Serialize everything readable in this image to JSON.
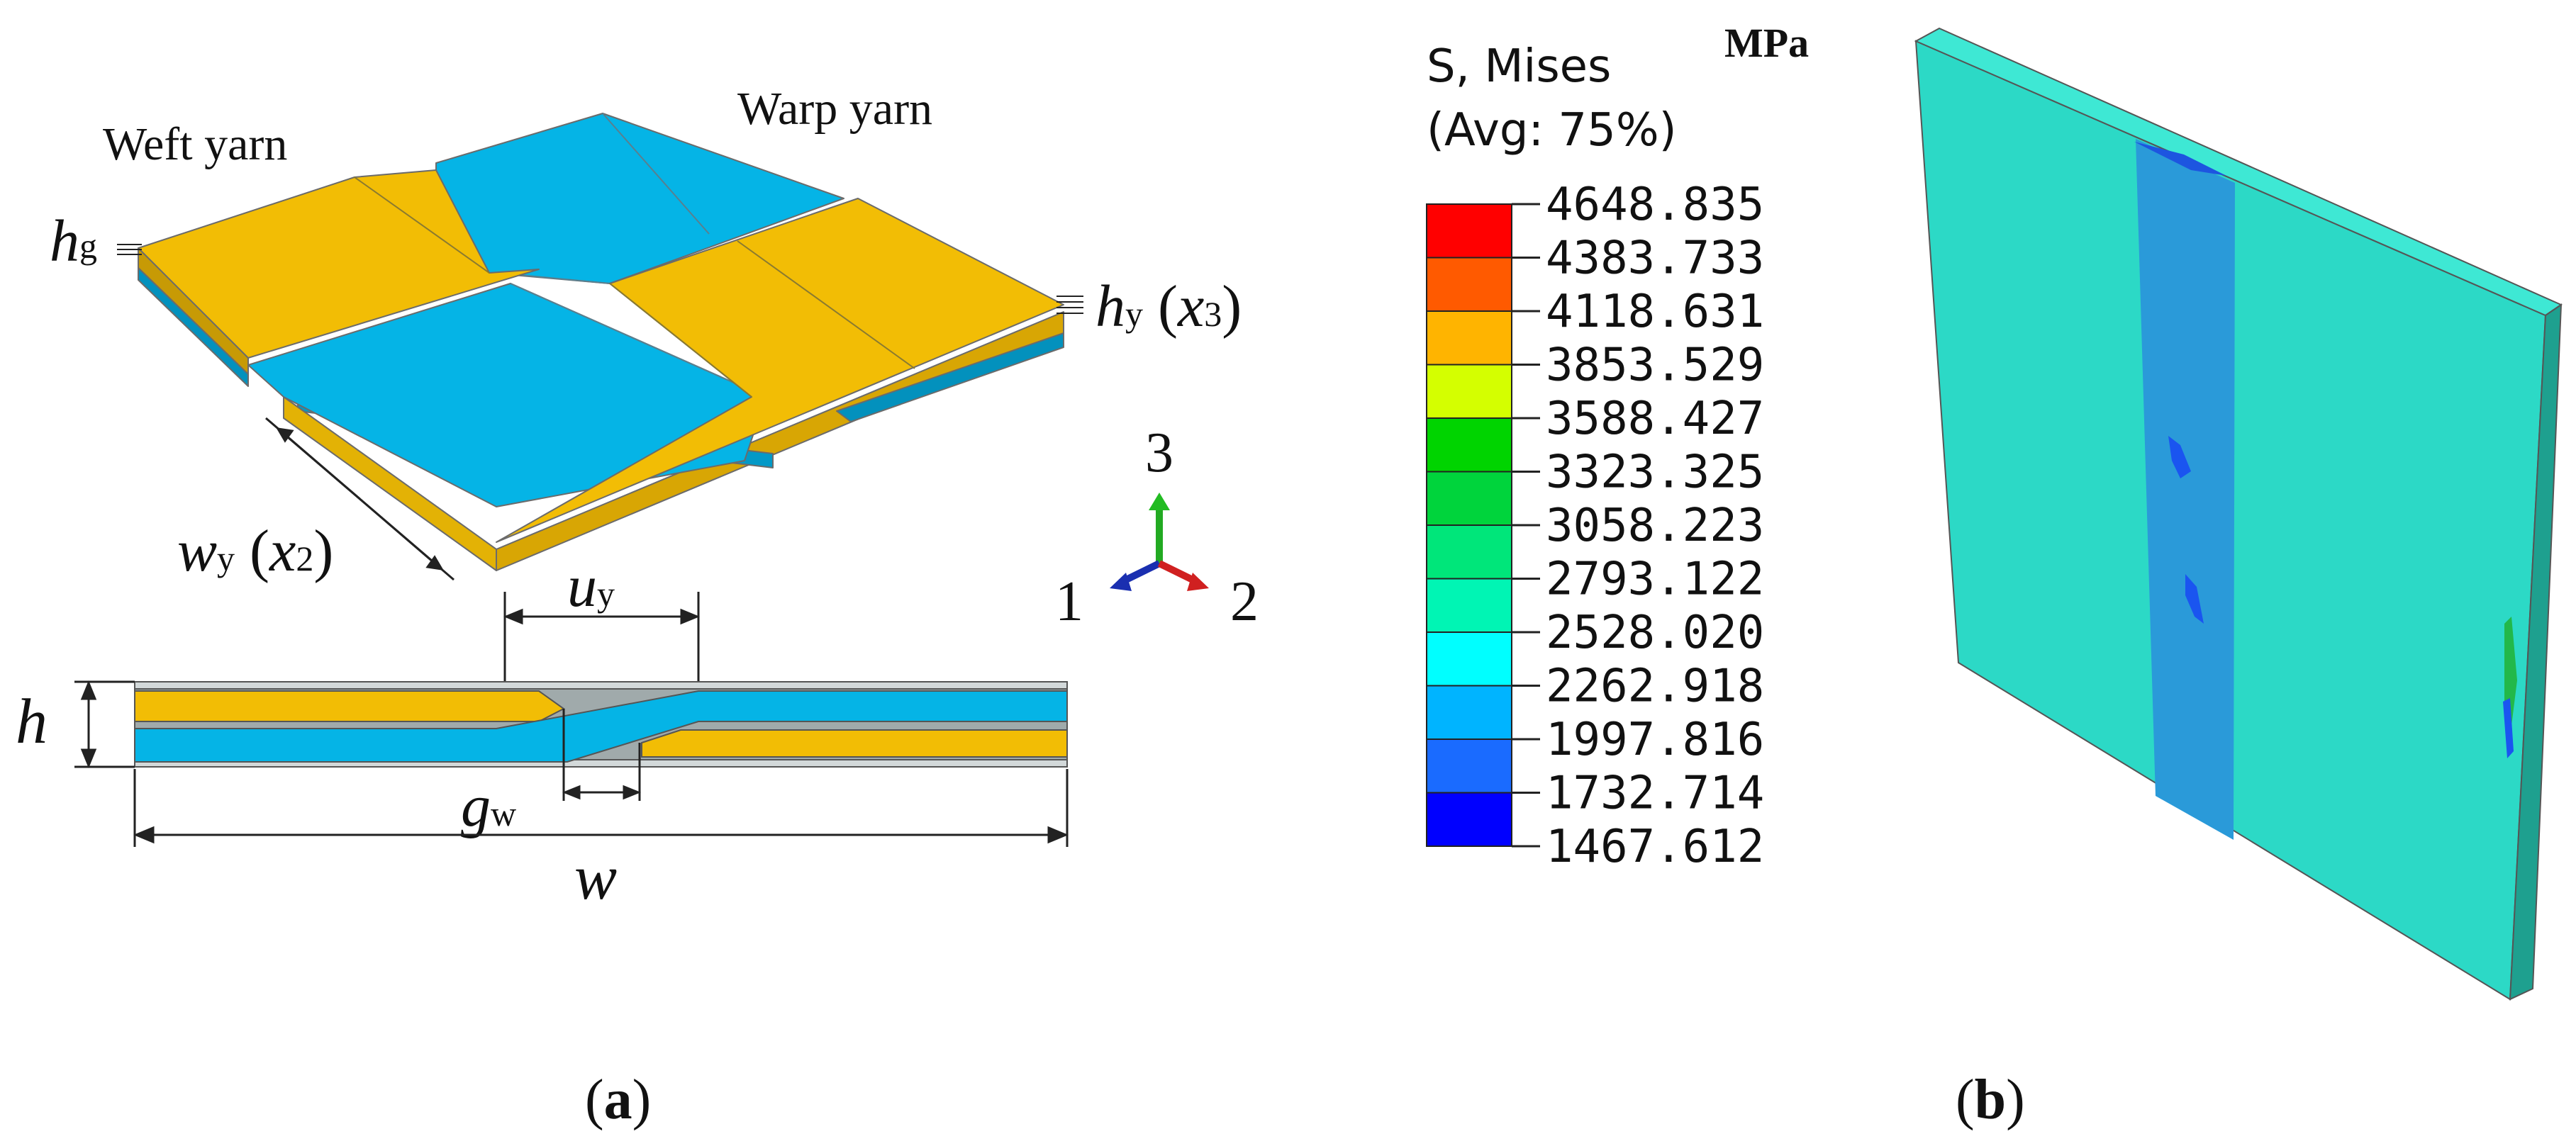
{
  "panel_a": {
    "weft_label": "Weft yarn",
    "warp_label": "Warp yarn",
    "hg": {
      "sym": "h",
      "sub": "g"
    },
    "hy": {
      "sym": "h",
      "sub": "y",
      "paren_open": " (",
      "var": "x",
      "var_sub": "3",
      "paren_close": ")"
    },
    "wy": {
      "sym": "w",
      "sub": "y",
      "paren_open": " (",
      "var": "x",
      "var_sub": "2",
      "paren_close": ")"
    },
    "uy": {
      "sym": "u",
      "sub": "y"
    },
    "h_label": "h",
    "gw": {
      "sym": "g",
      "sub": "w"
    },
    "w_label": "w",
    "axis": {
      "x": "1",
      "y": "2",
      "z": "3"
    },
    "caption": {
      "open": "(",
      "letter": "a",
      "close": ")"
    }
  },
  "panel_b": {
    "legend_title_1": "S, Mises",
    "legend_title_2": "(Avg: 75%)",
    "unit": "MPa",
    "legend_values": [
      "4648.835",
      "4383.733",
      "4118.631",
      "3853.529",
      "3588.427",
      "3323.325",
      "3058.223",
      "2793.122",
      "2528.020",
      "2262.918",
      "1997.816",
      "1732.714",
      "1467.612"
    ],
    "legend_colors": [
      "#ff0000",
      "#ff5a00",
      "#ffb400",
      "#d4ff00",
      "#00d400",
      "#00d43c",
      "#00e67a",
      "#00f5b4",
      "#00ffff",
      "#00b4ff",
      "#1a6bff",
      "#0000ff"
    ],
    "caption": {
      "open": "(",
      "letter": "b",
      "close": ")"
    }
  },
  "colors": {
    "yarn_yellow": "#f2bd05",
    "yarn_blue": "#05b4e6",
    "plate_cyan": "#2cd9c6",
    "stress_band": "#2a9ad9"
  }
}
